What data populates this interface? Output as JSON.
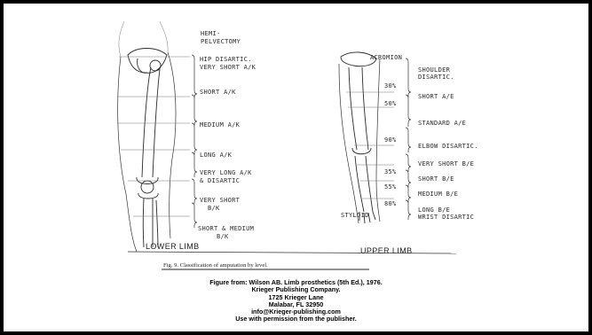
{
  "figure": {
    "lower_limb": {
      "title": "LOWER LIMB",
      "levels": [
        "HEMI-",
        "PELVECTOMY",
        "HIP DISARTIC.",
        "VERY SHORT A/K",
        "SHORT A/K",
        "MEDIUM A/K",
        "LONG A/K",
        "VERY LONG A/K",
        "& DISARTIC",
        "VERY SHORT",
        "B/K",
        "SHORT & MEDIUM",
        "B/K"
      ]
    },
    "upper_limb": {
      "title": "UPPER LIMB",
      "landmarks": [
        "ACROMION",
        "STYLOID"
      ],
      "percents": [
        "30%",
        "50%",
        "90%",
        "35%",
        "55%",
        "80%"
      ],
      "levels": [
        "SHOULDER",
        "DISARTIC.",
        "SHORT A/E",
        "STANDARD A/E",
        "ELBOW DISARTIC.",
        "VERY SHORT B/E",
        "SHORT B/E",
        "MEDIUM B/E",
        "LONG B/E",
        "WRIST DISARTIC"
      ]
    },
    "caption": "Fig. 9. Classification of amputation by level."
  },
  "credit": {
    "lines": [
      "Figure from: Wilson AB. Limb prosthetics (5th Ed.), 1976.",
      "Krieger Publishing Company.",
      "1725 Krieger Lane",
      "Malabar, FL 32950",
      "info@Krieger-publishing.com",
      "Use with permission from the publisher."
    ]
  },
  "colors": {
    "frame": "#000000",
    "page": "#ffffff",
    "ink": "#2a2a2a"
  }
}
